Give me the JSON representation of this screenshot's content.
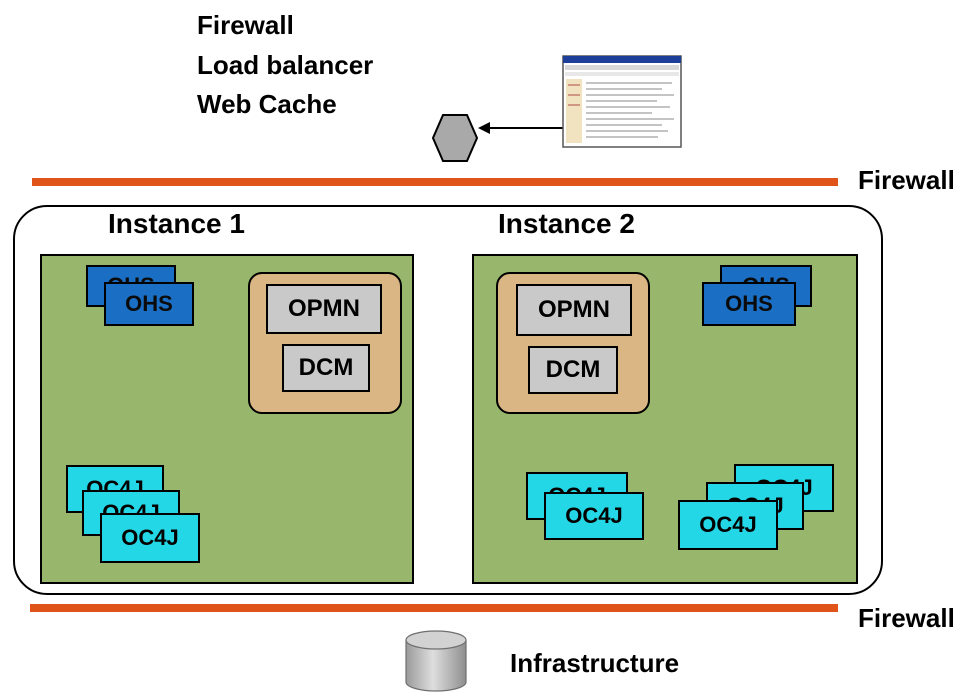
{
  "top_labels": [
    "Firewall",
    "Load balancer",
    "Web Cache"
  ],
  "firewall_labels": {
    "top": "Firewall",
    "bottom": "Firewall"
  },
  "instances": [
    {
      "title": "Instance 1",
      "ohs_back": "OHS",
      "ohs_front": "OHS",
      "opmn": "OPMN",
      "dcm": "DCM",
      "oc4j_stack": [
        "OC4J",
        "OC4J",
        "OC4J"
      ]
    },
    {
      "title": "Instance 2",
      "ohs_back": "OHS",
      "ohs_front": "OHS",
      "opmn": "OPMN",
      "dcm": "DCM",
      "oc4j_stack_a": [
        "OC4J",
        "OC4J"
      ],
      "oc4j_stack_b": [
        "OC4J",
        "OC4J",
        "OC4J"
      ]
    }
  ],
  "infrastructure_label": "Infrastructure",
  "colors": {
    "firewall": "#e0541a",
    "instance_bg": "#99b76c",
    "ohs": "#1a6fc4",
    "oc4j": "#24d7e6",
    "manager": "#d9b684",
    "component": "#c9c9c9"
  },
  "icons": {
    "load_balancer": "hexagon-icon",
    "browser": "browser-window-icon",
    "database": "database-cylinder-icon"
  }
}
